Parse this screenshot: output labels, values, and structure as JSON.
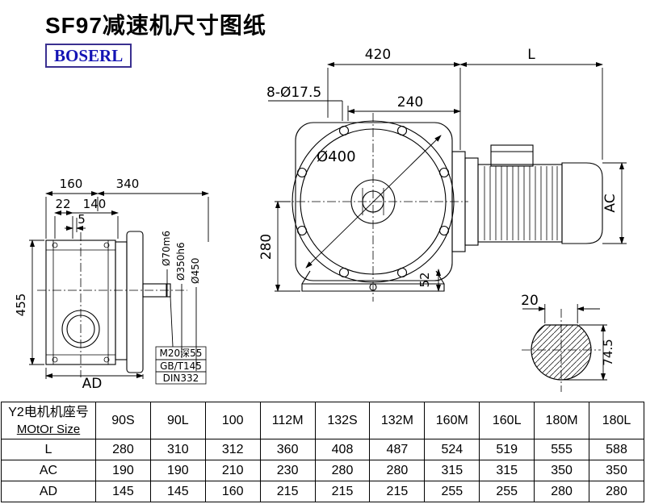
{
  "title": "SF97减速机尺寸图纸",
  "logo": "BOSERL",
  "drawing": {
    "front": {
      "dim_420": "420",
      "dim_L": "L",
      "bolt_note": "8-Ø17.5",
      "dim_240": "240",
      "dia_400": "Ø400",
      "dim_280": "280",
      "dim_AC": "AC",
      "dim_52": "52"
    },
    "side": {
      "dim_160": "160",
      "dim_340": "340",
      "dim_22": "22",
      "dim_140": "140",
      "dim_5": "5",
      "dim_455": "455",
      "dim_AD": "AD",
      "dia_70": "Ø70m6",
      "dia_350": "Ø350h6",
      "dia_450": "Ø450",
      "note_m20": "M20深55",
      "note_gb": "GB/T145",
      "note_din": "DIN332"
    },
    "section": {
      "dim_20": "20",
      "dim_745": "74.5"
    }
  },
  "table": {
    "header_cn": "Y2电机机座号",
    "header_en": "MOtOr Size",
    "columns": [
      "90S",
      "90L",
      "100",
      "112M",
      "132S",
      "132M",
      "160M",
      "160L",
      "180M",
      "180L"
    ],
    "rows": [
      {
        "label": "L",
        "values": [
          "280",
          "310",
          "312",
          "360",
          "408",
          "487",
          "524",
          "519",
          "555",
          "588"
        ]
      },
      {
        "label": "AC",
        "values": [
          "190",
          "190",
          "210",
          "230",
          "280",
          "280",
          "315",
          "315",
          "350",
          "350"
        ]
      },
      {
        "label": "AD",
        "values": [
          "145",
          "145",
          "160",
          "215",
          "215",
          "215",
          "255",
          "255",
          "280",
          "280"
        ]
      }
    ]
  }
}
